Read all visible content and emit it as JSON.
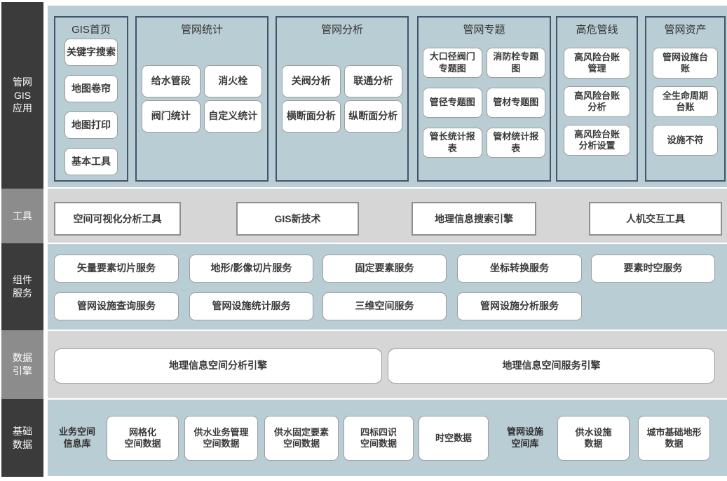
{
  "colors": {
    "background_blue": "#b9cdd4",
    "background_gray": "#d6d6d6",
    "sidebar_dark": "#3b3b3b",
    "sidebar_medium": "#8c8c8c",
    "panel_border": "#44546a",
    "box_border": "#9d9d9d",
    "text": "#333333"
  },
  "sidebar": {
    "sections": [
      {
        "label": "管网\nGIS\n应用"
      },
      {
        "label": "工具"
      },
      {
        "label": "组件\n服务"
      },
      {
        "label": "数据\n引擎"
      },
      {
        "label": "基础\n数据"
      }
    ]
  },
  "app_panels": [
    {
      "title": "GIS首页",
      "items": [
        "关键字搜索",
        "地图卷帘",
        "地图打印",
        "基本工具"
      ]
    },
    {
      "title": "管网统计",
      "items": [
        "给水管段",
        "消火栓",
        "阀门统计",
        "自定义统计"
      ]
    },
    {
      "title": "管网分析",
      "items": [
        "关阀分析",
        "联通分析",
        "横断面分析",
        "纵断面分析"
      ]
    },
    {
      "title": "管网专题",
      "items": [
        "大口径阀门\n专题图",
        "消防栓专题\n图",
        "管径专题图",
        "管材专题图",
        "管长统计报\n表",
        "管材统计报\n表"
      ]
    },
    {
      "title": "高危管线",
      "items": [
        "高风险台账\n管理",
        "高风险台账\n分析",
        "高风险台账\n分析设置"
      ]
    },
    {
      "title": "管网资产",
      "items": [
        "管网设施台\n账",
        "全生命周期\n台账",
        "设施不符"
      ]
    }
  ],
  "tools": {
    "items": [
      "空间可视化分析工具",
      "GIS新技术",
      "地理信息搜索引擎",
      "人机交互工具"
    ]
  },
  "services": {
    "row1": [
      "矢量要素切片服务",
      "地形/影像切片服务",
      "固定要素服务",
      "坐标转换服务",
      "要素时空服务"
    ],
    "row2": [
      "管网设施查询服务",
      "管网设施统计服务",
      "三维空间服务",
      "管网设施分析服务"
    ]
  },
  "engines": {
    "items": [
      "地理信息空间分析引擎",
      "地理信息空间服务引擎"
    ]
  },
  "base_data": {
    "group1_label": "业务空间\n信息库",
    "group1_items": [
      "网格化\n空间数据",
      "供水业务管理\n空间数据",
      "供水固定要素\n空间数据",
      "四标四识\n空间数据",
      "时空数据"
    ],
    "group2_label": "管网设施\n空间库",
    "group2_items": [
      "供水设施\n数据",
      "城市基础地形\n数据"
    ]
  }
}
